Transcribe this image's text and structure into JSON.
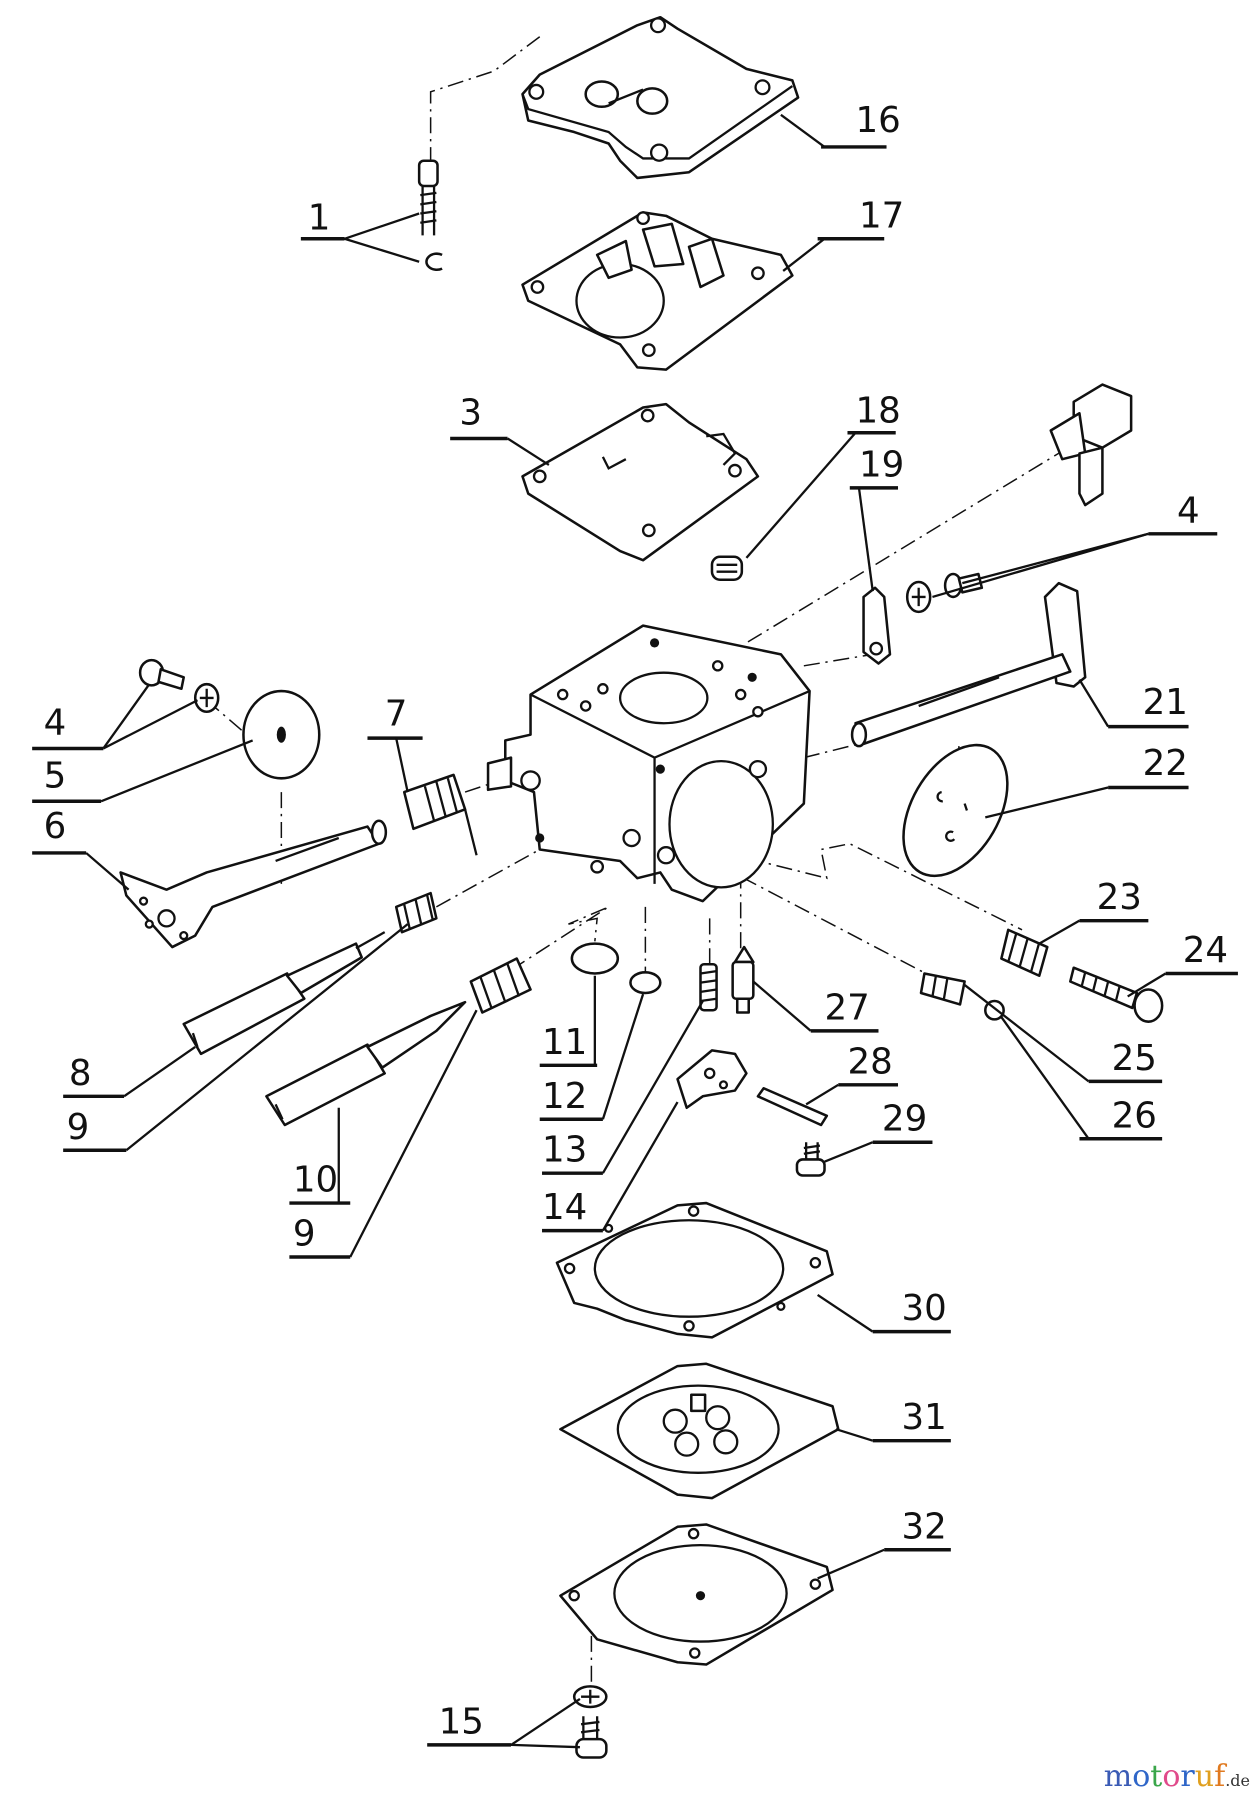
{
  "parts": {
    "p1": "1",
    "p3": "3",
    "p4a": "4",
    "p4b": "4",
    "p5": "5",
    "p6": "6",
    "p7": "7",
    "p8": "8",
    "p9a": "9",
    "p9b": "9",
    "p10": "10",
    "p11": "11",
    "p12": "12",
    "p13": "13",
    "p14": "14",
    "p15": "15",
    "p16": "16",
    "p17": "17",
    "p18": "18",
    "p19": "19",
    "p21": "21",
    "p22": "22",
    "p23": "23",
    "p24": "24",
    "p25": "25",
    "p26": "26",
    "p27": "27",
    "p28": "28",
    "p29": "29",
    "p30": "30",
    "p31": "31",
    "p32": "32"
  },
  "watermark": {
    "text": "motoruf",
    "suffix": ".de",
    "colors": [
      "#3b5bb5",
      "#2f66c8",
      "#3aa64a",
      "#e04a8a",
      "#2f66c8",
      "#e0a020",
      "#e07a20"
    ]
  }
}
